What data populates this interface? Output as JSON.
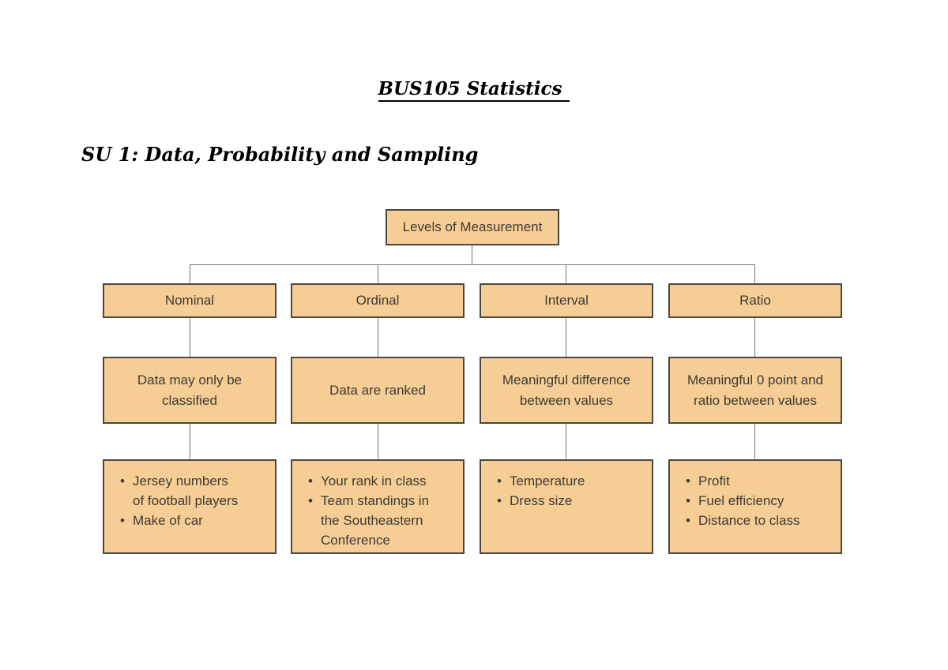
{
  "document": {
    "title": "BUS105 Statistics",
    "section_heading": "SU 1: Data, Probability and Sampling"
  },
  "diagram": {
    "root": "Levels of Measurement",
    "colors": {
      "box_fill": "#F6CE95",
      "box_border": "#4A4840",
      "box_text": "#3D3935",
      "connector": "#757575"
    },
    "columns": [
      {
        "level": "Nominal",
        "definition": "Data may only be\nclassified",
        "examples": [
          "Jersey numbers\nof football players",
          "Make of car"
        ]
      },
      {
        "level": "Ordinal",
        "definition": "Data are ranked",
        "examples": [
          "Your rank in class",
          "Team standings in\nthe Southeastern\nConference"
        ]
      },
      {
        "level": "Interval",
        "definition": "Meaningful difference\nbetween values",
        "examples": [
          "Temperature",
          "Dress size"
        ]
      },
      {
        "level": "Ratio",
        "definition": "Meaningful 0 point and\nratio between values",
        "examples": [
          "Profit",
          "Fuel efficiency",
          "Distance to class"
        ]
      }
    ]
  }
}
